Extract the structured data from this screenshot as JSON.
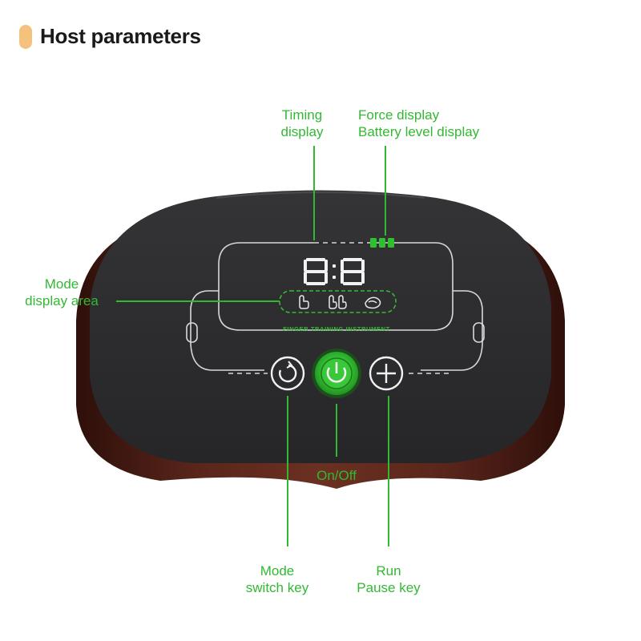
{
  "header": {
    "title": "Host parameters"
  },
  "device": {
    "screen_digits": "8:8",
    "device_label": "FINGER TRAINING INSTRUMENT",
    "mode_icons": [
      "finger-icon",
      "two-fingers-icon",
      "palm-icon"
    ]
  },
  "labels": {
    "timing": {
      "line1": "Timing",
      "line2": "display"
    },
    "force": {
      "line1": "Force display",
      "line2": "Battery level display"
    },
    "mode_area": {
      "line1": "Mode",
      "line2": "display area"
    },
    "onoff": {
      "line1": "On/Off"
    },
    "mode_key": {
      "line1": "Mode",
      "line2": "switch key"
    },
    "run_key": {
      "line1": "Run",
      "line2": "Pause key"
    }
  },
  "colors": {
    "accent_green": "#33b833",
    "body_brown": "#4a1d14",
    "top_black": "#2b2b2d",
    "power_green": "#2fc02f",
    "title_pill": "#f5c27d"
  }
}
